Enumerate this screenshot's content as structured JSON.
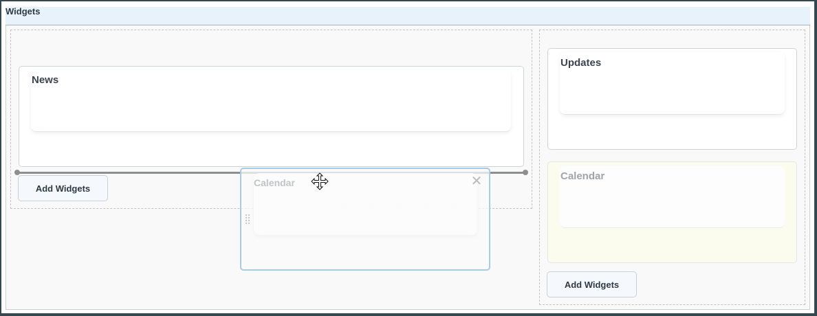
{
  "header": {
    "title": "Widgets"
  },
  "columns": {
    "left": {
      "widgets": [
        {
          "title": "News"
        }
      ],
      "add_button_label": "Add Widgets"
    },
    "right": {
      "widgets": [
        {
          "title": "Updates"
        },
        {
          "title": "Calendar",
          "state": "drop-placeholder"
        }
      ],
      "add_button_label": "Add Widgets"
    }
  },
  "drag": {
    "ghost_title": "Calendar",
    "close_icon": "close-icon",
    "grip_icon": "drag-grip-icon",
    "cursor_icon": "move-cursor-icon",
    "drop_indicator_color": "#8e8e8e",
    "ghost_border_color": "#a8cbe6"
  },
  "colors": {
    "header_bg": "#e8f2fa",
    "placeholder_bg": "#fbfcee",
    "frame_border": "#37474f"
  }
}
